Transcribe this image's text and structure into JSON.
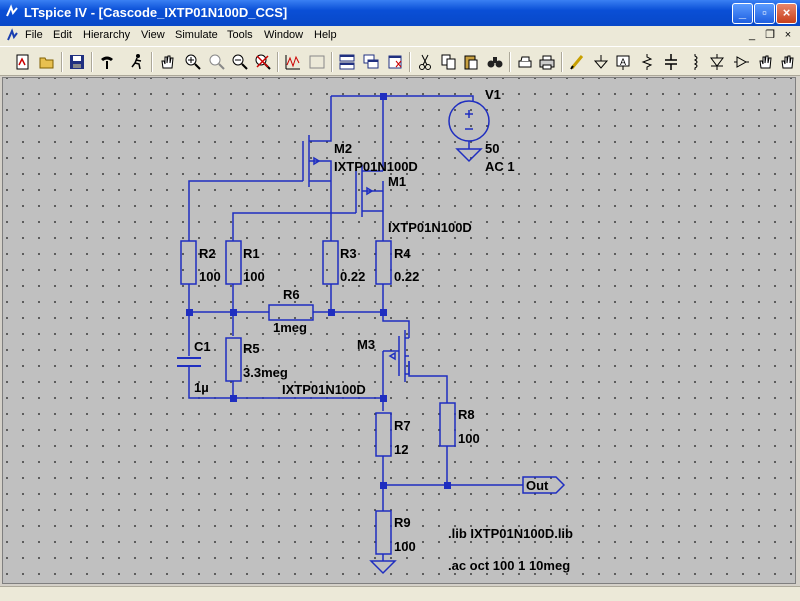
{
  "window": {
    "title": "LTspice IV - [Cascode_IXTP01N100D_CCS]"
  },
  "menu": [
    "File",
    "Edit",
    "Hierarchy",
    "View",
    "Simulate",
    "Tools",
    "Window",
    "Help"
  ],
  "toolbar": [
    "new-schematic-icon",
    "open-icon",
    "save-icon",
    "control-panel-icon",
    "run-icon",
    "zoom-in-icon",
    "zoom-fit-icon",
    "zoom-out-icon",
    "zoom-cancel-icon",
    "waveform-icon",
    "waveform-setup-icon",
    "tile-horizontal-icon",
    "cascade-icon",
    "close-window-icon",
    "cut-icon",
    "copy-icon",
    "paste-icon",
    "find-icon",
    "print-setup-icon",
    "print-icon",
    "wire-icon",
    "ground-icon",
    "label-icon",
    "resistor-icon",
    "capacitor-icon",
    "inductor-icon",
    "diode-icon",
    "component-icon",
    "move-icon"
  ],
  "schematic": {
    "components": [
      {
        "id": "V1",
        "ref": "V1",
        "value": "50",
        "extra": "AC 1"
      },
      {
        "id": "M1",
        "ref": "M1",
        "model": "IXTP01N100D"
      },
      {
        "id": "M2",
        "ref": "M2",
        "model": "IXTP01N100D"
      },
      {
        "id": "M3",
        "ref": "M3",
        "model": "IXTP01N100D"
      },
      {
        "id": "R1",
        "ref": "R1",
        "value": "100"
      },
      {
        "id": "R2",
        "ref": "R2",
        "value": "100"
      },
      {
        "id": "R3",
        "ref": "R3",
        "value": "0.22"
      },
      {
        "id": "R4",
        "ref": "R4",
        "value": "0.22"
      },
      {
        "id": "R5",
        "ref": "R5",
        "value": "3.3meg"
      },
      {
        "id": "R6",
        "ref": "R6",
        "value": "1meg"
      },
      {
        "id": "R7",
        "ref": "R7",
        "value": "12"
      },
      {
        "id": "R8",
        "ref": "R8",
        "value": "100"
      },
      {
        "id": "R9",
        "ref": "R9",
        "value": "100"
      },
      {
        "id": "C1",
        "ref": "C1",
        "value": "1µ"
      }
    ],
    "net_label": "Out",
    "directives": [
      ".lib IXTP01N100D.lib",
      ".ac oct 100 1 10meg"
    ]
  }
}
